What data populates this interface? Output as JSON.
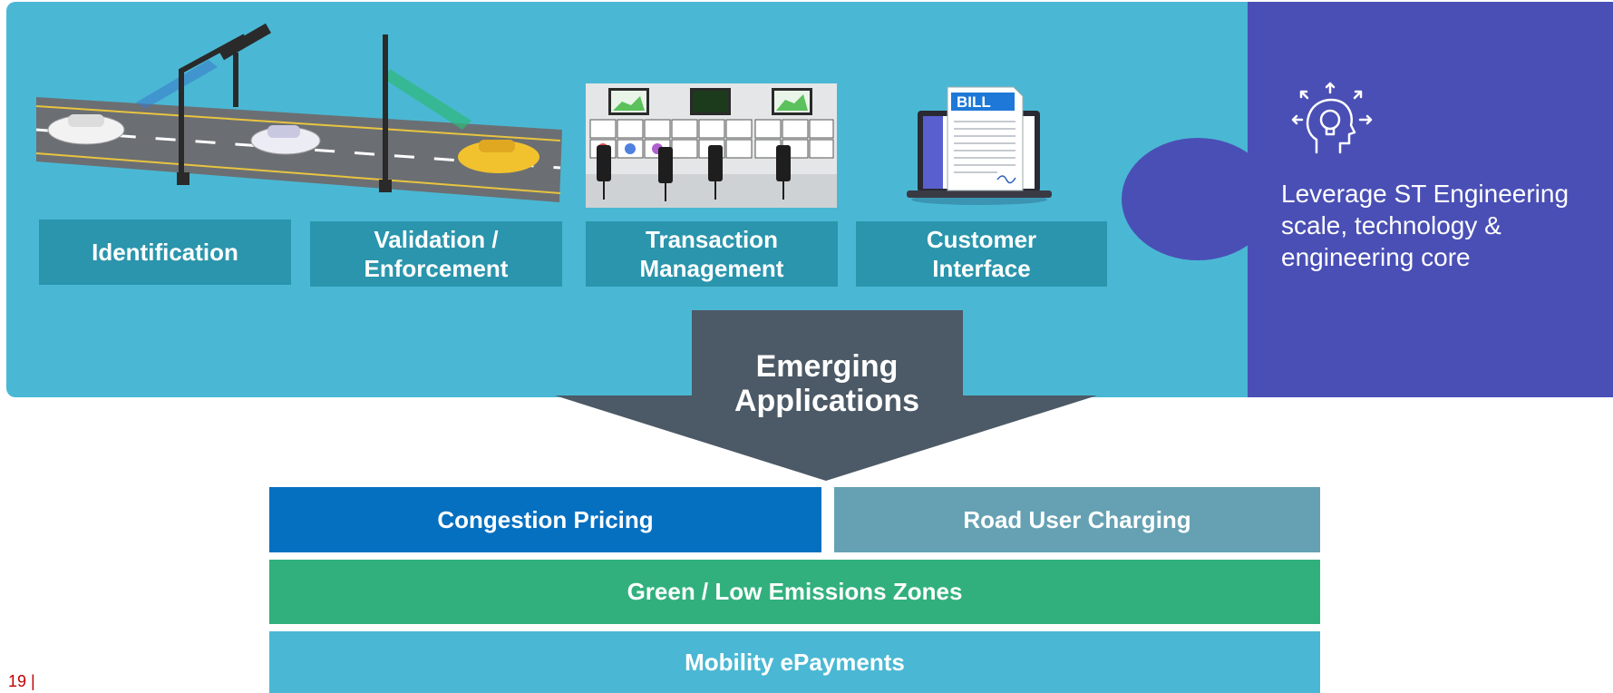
{
  "pipeline": {
    "stages": [
      {
        "label": "Identification"
      },
      {
        "label": "Validation /\nEnforcement"
      },
      {
        "label": "Transaction\nManagement"
      },
      {
        "label": "Customer\nInterface"
      }
    ],
    "bill_label": "BILL"
  },
  "leverage": {
    "text": "Leverage ST Engineering scale, technology & engineering core",
    "icon": "lightbulb-head-icon"
  },
  "emerging": {
    "label": "Emerging\nApplications"
  },
  "applications": {
    "congestion": "Congestion Pricing",
    "road_user": "Road User Charging",
    "green": "Green / Low Emissions Zones",
    "mobility": "Mobility ePayments"
  },
  "footer": {
    "page_number": "19  |"
  },
  "colors": {
    "panel": "#4ab8d4",
    "label_box": "#2a95ac",
    "purple": "#4a4fb5",
    "arrow": "#4c5966",
    "congestion": "#0670c0",
    "road_user": "#65a1b3",
    "green": "#31b07d",
    "mobility": "#4ab8d4",
    "page_number": "#c00000"
  }
}
